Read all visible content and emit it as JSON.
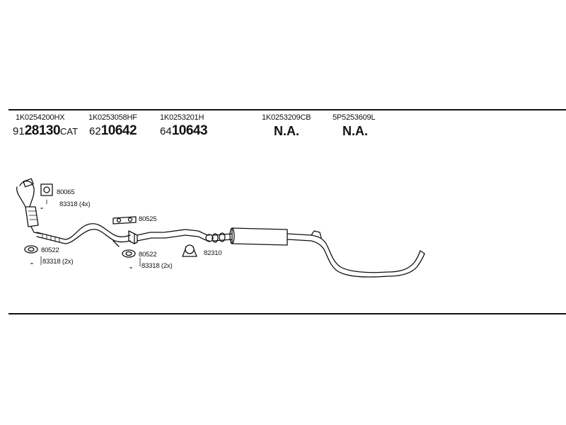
{
  "header_parts": [
    {
      "oe": "1K0254200HX",
      "prefix": "91",
      "main": "28130",
      "suffix": "CAT"
    },
    {
      "oe": "1K0253058HF",
      "prefix": "62",
      "main": "10642",
      "suffix": ""
    },
    {
      "oe": "1K0253201H",
      "prefix": "64",
      "main": "10643",
      "suffix": ""
    },
    {
      "oe": "1K0253209CB",
      "na": "N.A."
    },
    {
      "oe": "5P5253609L",
      "na": "N.A."
    }
  ],
  "labels": {
    "gasket_1": "80065",
    "bolts_1": "83318 (4x)",
    "gasket_2": "80522",
    "bolts_2": "83318 (2x)",
    "gasket_3": "80525",
    "gasket_4": "80522",
    "bolts_3": "83318 (2x)",
    "clamp": "82310"
  },
  "colors": {
    "line": "#111111",
    "background": "#ffffff"
  }
}
